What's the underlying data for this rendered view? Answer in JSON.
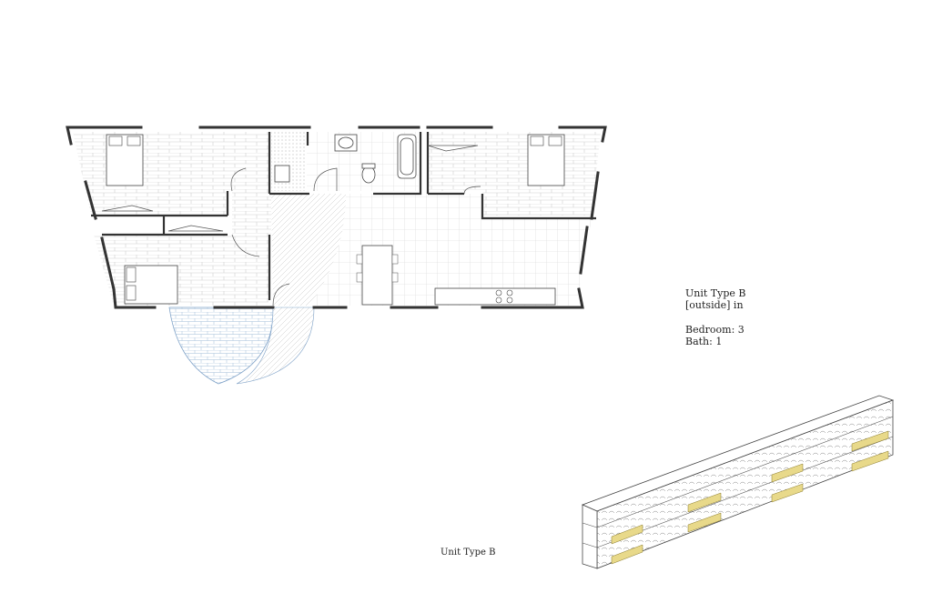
{
  "unit_info": {
    "title": "Unit Type B",
    "subtitle": "[outside] in",
    "bedroom": "Bedroom: 3",
    "bath": "Bath: 1"
  },
  "caption": "Unit Type B",
  "colors": {
    "wall": "#333333",
    "hatch": "#bdbdbd",
    "patio_outline": "#7fa2c8",
    "unit_highlight": "#e8d98a",
    "grid": "#d0d0d0"
  }
}
